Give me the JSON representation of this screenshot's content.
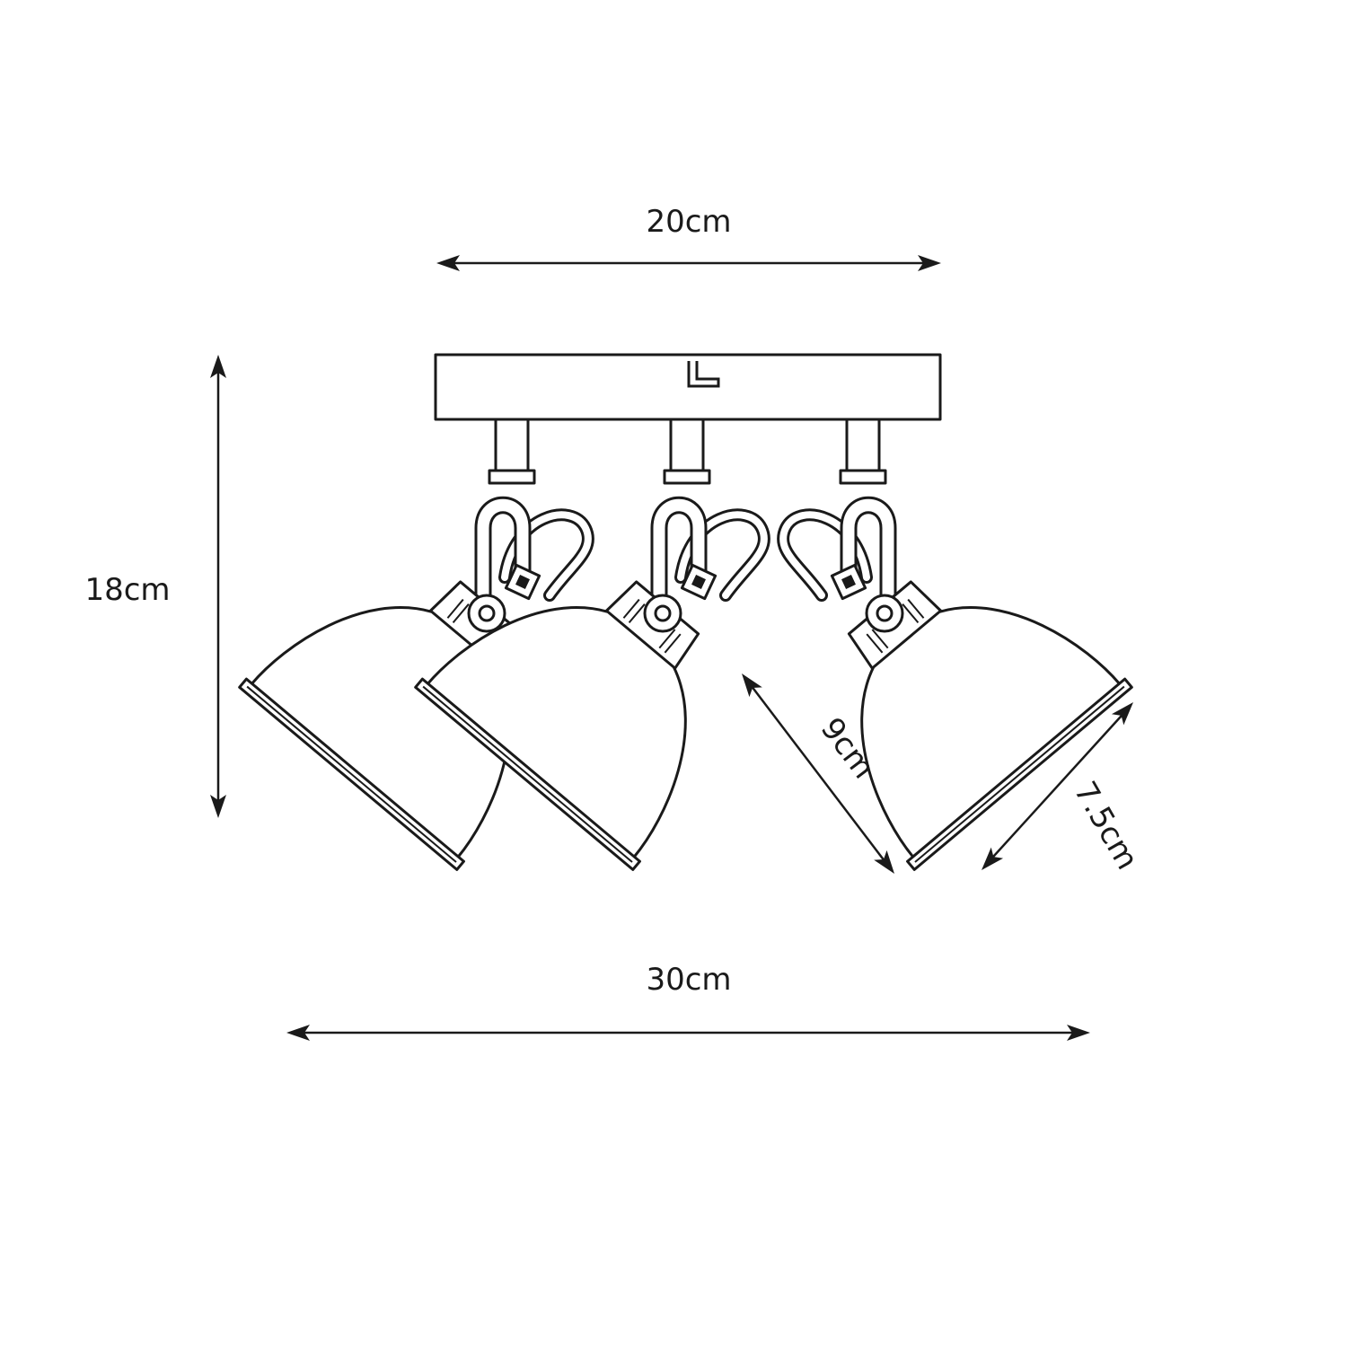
{
  "dimensions": {
    "top_width": "20cm",
    "total_height": "18cm",
    "total_width": "30cm",
    "shade_length": "9cm",
    "shade_diameter": "7.5cm"
  },
  "colors": {
    "line": "#1a1a1a",
    "background": "#ffffff"
  }
}
